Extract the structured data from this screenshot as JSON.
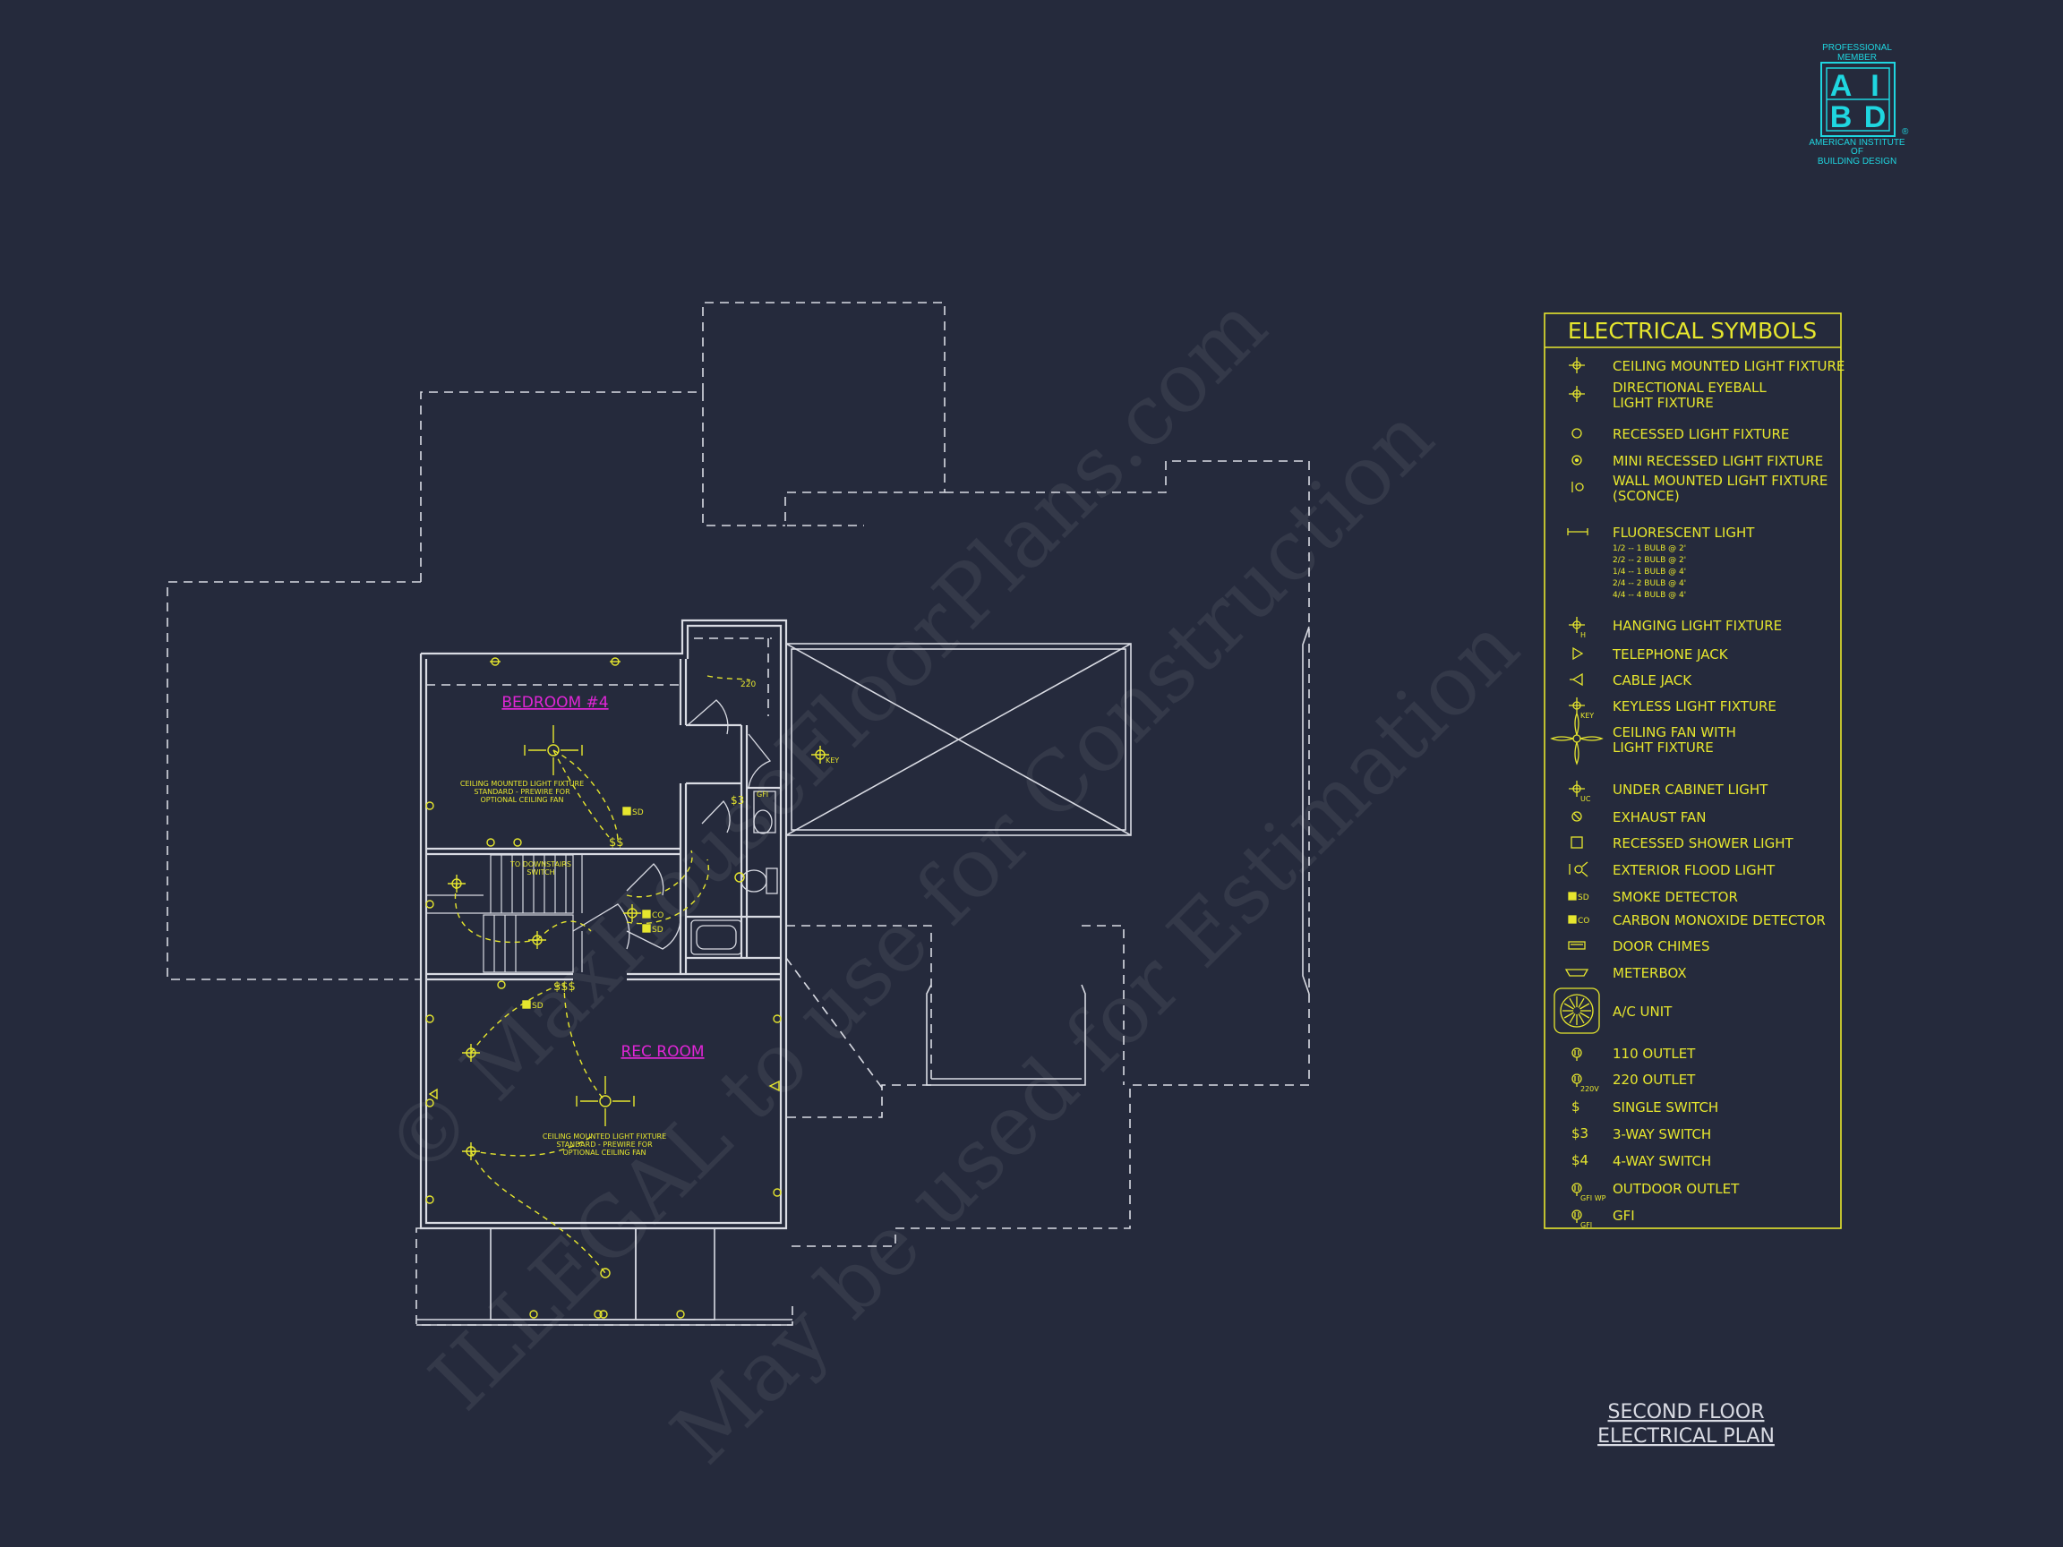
{
  "badge": {
    "top_line1": "PROFESSIONAL",
    "top_line2": "MEMBER",
    "letters": [
      "A",
      "I",
      "B",
      "D"
    ],
    "registered_mark": "®",
    "bottom_line1": "AMERICAN INSTITUTE",
    "bottom_line2": "OF",
    "bottom_line3": "BUILDING DESIGN"
  },
  "watermark": {
    "line1": "© MaxHouseFloorPlans.com",
    "line2": "ILLEGAL to use for Construction",
    "line3": "May be used for Estimation"
  },
  "plan": {
    "room_labels": [
      "BEDROOM #4",
      "REC ROOM"
    ],
    "notes": {
      "bedroom_note": [
        "CEILING MOUNTED LIGHT FIXTURE",
        "STANDARD - PREWIRE FOR",
        "OPTIONAL CEILING FAN"
      ],
      "rec_note": [
        "CEILING MOUNTED LIGHT FIXTURE",
        "STANDARD - PREWIRE FOR",
        "OPTIONAL CEILING FAN"
      ],
      "stair_note": [
        "TO DOWNSTAIRS",
        "SWITCH"
      ]
    },
    "tags": {
      "key": "KEY",
      "gfi": "GFI",
      "smoke_a": "SD",
      "smoke_b": "SD",
      "smoke_c": "SD",
      "co": "CO",
      "two20": "220",
      "triple_switch": "$$$",
      "double_switch": "$$",
      "switch_3": "$3"
    }
  },
  "legend": {
    "title": "ELECTRICAL SYMBOLS",
    "items": [
      {
        "icon": "ceiling-light-icon",
        "label": "CEILING MOUNTED LIGHT FIXTURE"
      },
      {
        "icon": "eyeball-light-icon",
        "label": "DIRECTIONAL EYEBALL",
        "label2": "LIGHT FIXTURE"
      },
      {
        "icon": "recessed-light-icon",
        "label": "RECESSED LIGHT FIXTURE"
      },
      {
        "icon": "mini-recessed-icon",
        "label": "MINI RECESSED LIGHT FIXTURE"
      },
      {
        "icon": "sconce-icon",
        "label": "WALL MOUNTED LIGHT FIXTURE",
        "label2": "(SCONCE)"
      },
      {
        "icon": "fluorescent-icon",
        "label": "FLUORESCENT LIGHT",
        "sub": [
          "1/2 -- 1 BULB @ 2'",
          "2/2 -- 2 BULB @ 2'",
          "1/4 -- 1 BULB @ 4'",
          "2/4 -- 2 BULB @ 4'",
          "4/4 -- 4 BULB @ 4'"
        ]
      },
      {
        "icon": "hanging-light-icon",
        "label": "HANGING LIGHT FIXTURE",
        "sub_tag": "H"
      },
      {
        "icon": "telephone-jack-icon",
        "label": "TELEPHONE JACK"
      },
      {
        "icon": "cable-jack-icon",
        "label": "CABLE JACK"
      },
      {
        "icon": "keyless-light-icon",
        "label": "KEYLESS LIGHT FIXTURE",
        "sub_tag": "KEY"
      },
      {
        "icon": "ceiling-fan-icon",
        "label": "CEILING FAN WITH",
        "label2": "LIGHT FIXTURE"
      },
      {
        "icon": "under-cabinet-icon",
        "label": "UNDER CABINET LIGHT",
        "sub_tag": "UC"
      },
      {
        "icon": "exhaust-fan-icon",
        "label": "EXHAUST FAN"
      },
      {
        "icon": "shower-light-icon",
        "label": "RECESSED SHOWER LIGHT"
      },
      {
        "icon": "flood-light-icon",
        "label": "EXTERIOR FLOOD LIGHT"
      },
      {
        "icon": "smoke-detector-icon",
        "label": "SMOKE DETECTOR",
        "sub_tag": "SD"
      },
      {
        "icon": "co-detector-icon",
        "label": "CARBON MONOXIDE DETECTOR",
        "sub_tag": "CO"
      },
      {
        "icon": "door-chimes-icon",
        "label": "DOOR CHIMES"
      },
      {
        "icon": "meterbox-icon",
        "label": "METERBOX"
      },
      {
        "icon": "ac-unit-icon",
        "label": "A/C UNIT"
      },
      {
        "icon": "outlet-110-icon",
        "label": "110 OUTLET"
      },
      {
        "icon": "outlet-220-icon",
        "label": "220 OUTLET",
        "sub_tag": "220V"
      },
      {
        "icon": "single-switch-icon",
        "label": "SINGLE SWITCH",
        "sub_tag": "$"
      },
      {
        "icon": "three-way-switch-icon",
        "label": "3-WAY SWITCH",
        "sub_tag": "$3"
      },
      {
        "icon": "four-way-switch-icon",
        "label": "4-WAY SWITCH",
        "sub_tag": "$4"
      },
      {
        "icon": "outdoor-outlet-icon",
        "label": "OUTDOOR OUTLET",
        "sub_tag": "GFI WP"
      },
      {
        "icon": "gfi-icon",
        "label": "GFI",
        "sub_tag": "GFI"
      }
    ]
  },
  "sheet_title": {
    "line1": "SECOND FLOOR",
    "line2": "ELECTRICAL PLAN"
  },
  "colors": {
    "background": "#252a3c",
    "linework": "#d9dbe3",
    "electrical": "#e6e62e",
    "room_label": "#e026d6",
    "badge": "#1fd6e0"
  }
}
